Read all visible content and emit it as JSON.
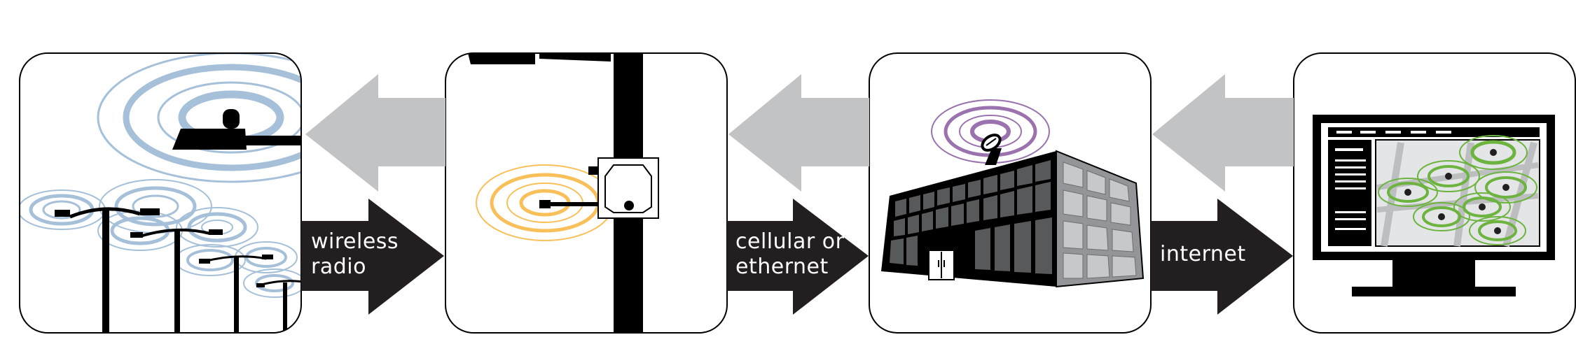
{
  "flow": {
    "arrows_forward": [
      {
        "label_line1": "wireless",
        "label_line2": "radio"
      },
      {
        "label_line1": "cellular or",
        "label_line2": "ethernet"
      },
      {
        "label_line1": "internet",
        "label_line2": ""
      }
    ]
  },
  "colors": {
    "outline": "#000000",
    "forward_arrow": "#231f20",
    "return_arrow": "#c2c3c5",
    "radio_rings": "#a5c0d8",
    "node_rings": "#f9c05a",
    "dish_rings": "#9a72ad",
    "map_rings": "#6db33f",
    "building_glass": "#58595b",
    "building_side": "#939598"
  },
  "icons": [
    "street-lamp-icon",
    "radio-node-icon",
    "satellite-dish-icon",
    "office-building-icon",
    "computer-monitor-icon"
  ]
}
